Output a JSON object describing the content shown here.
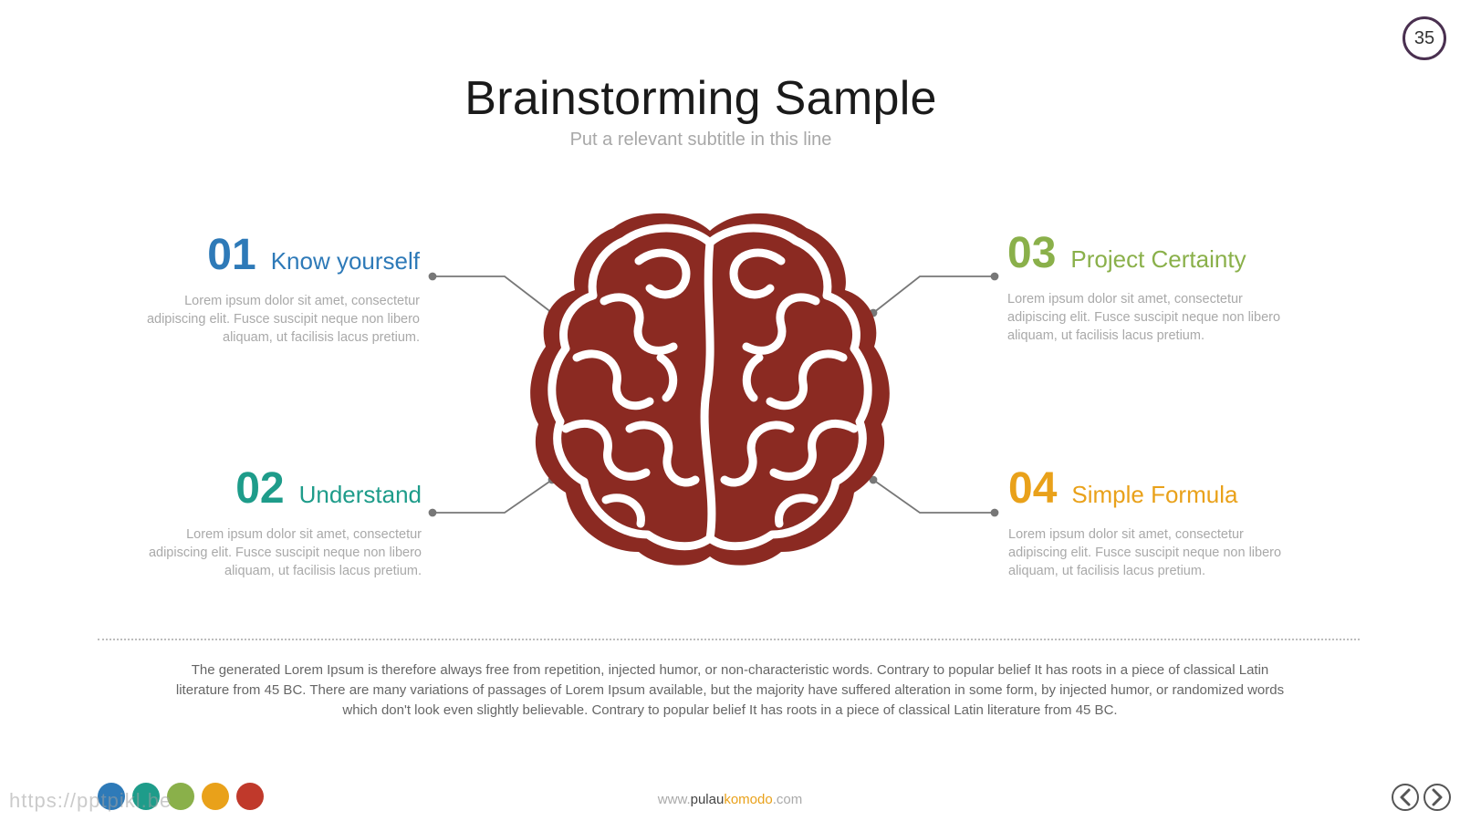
{
  "slide": {
    "page_number": "35",
    "title": "Brainstorming Sample",
    "subtitle": "Put a relevant subtitle in this line"
  },
  "items": [
    {
      "number": "01",
      "label": "Know yourself",
      "color": "#2e7ab8",
      "desc": [
        "Lorem ipsum dolor sit amet, consectetur",
        "adipiscing elit. Fusce suscipit neque non libero",
        "aliquam, ut facilisis lacus pretium."
      ]
    },
    {
      "number": "02",
      "label": "Understand",
      "color": "#1e9c8a",
      "desc": [
        "Lorem ipsum dolor sit amet, consectetur",
        "adipiscing elit. Fusce suscipit neque non libero",
        "aliquam, ut facilisis lacus pretium."
      ]
    },
    {
      "number": "03",
      "label": "Project Certainty",
      "color": "#8ab04a",
      "desc": [
        "Lorem ipsum dolor sit amet, consectetur",
        "adipiscing elit. Fusce suscipit neque non libero",
        "aliquam, ut facilisis lacus pretium."
      ]
    },
    {
      "number": "04",
      "label": "Simple Formula",
      "color": "#e9a11a",
      "desc": [
        "Lorem ipsum dolor sit amet, consectetur",
        "adipiscing elit. Fusce suscipit neque non libero",
        "aliquam, ut facilisis lacus pretium."
      ]
    }
  ],
  "bottom_text": [
    "The generated Lorem Ipsum is therefore always free from repetition, injected humor, or non-characteristic words. Contrary to popular belief It has roots in a piece of classical Latin",
    "literature from 45 BC. There are many variations of passages of Lorem Ipsum available, but the majority have suffered alteration in some form, by injected humor, or randomized words",
    "which don't look even slightly believable. Contrary to popular belief It has roots in a piece of classical Latin literature from 45 BC."
  ],
  "footer": {
    "site_prefix": "www.",
    "site_mid": "pulau",
    "site_brand": "komodo",
    "site_suffix": ".com",
    "watermark": "https://pptpikl.be",
    "dot_colors": [
      "#2e7ab8",
      "#1e9c8a",
      "#8ab04a",
      "#e9a11a",
      "#c0392b"
    ]
  },
  "icons": {
    "brain": "brain-icon",
    "prev": "chevron-left-icon",
    "next": "chevron-right-icon"
  },
  "colors": {
    "brain": "#8b2a22",
    "connector": "#777777"
  }
}
